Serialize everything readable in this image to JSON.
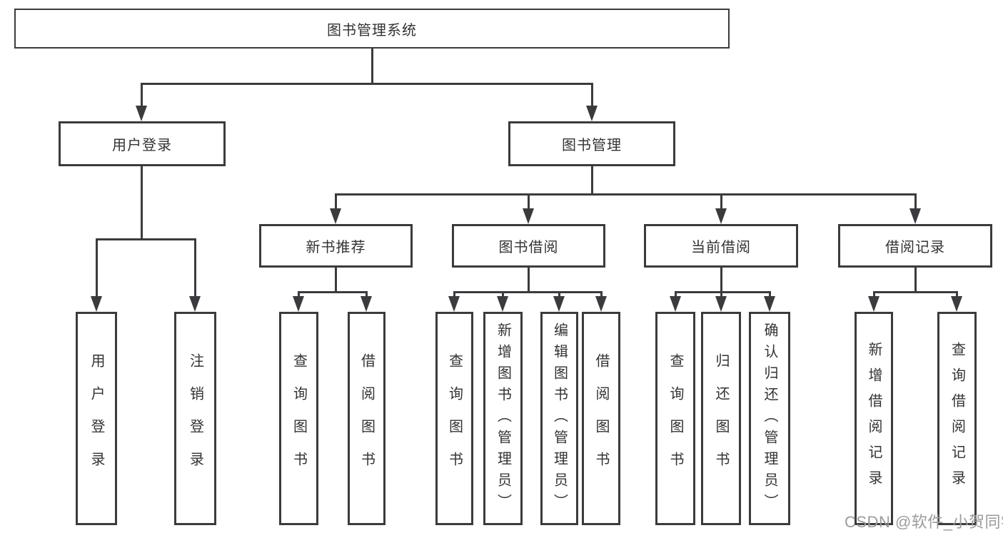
{
  "diagram": {
    "root": {
      "label": "图书管理系统"
    },
    "level2": {
      "user_login": {
        "label": "用户登录"
      },
      "book_mgmt": {
        "label": "图书管理"
      }
    },
    "level3": {
      "new_book": {
        "label": "新书推荐"
      },
      "book_borrow": {
        "label": "图书借阅"
      },
      "current_borrow": {
        "label": "当前借阅"
      },
      "borrow_record": {
        "label": "借阅记录"
      }
    },
    "leaves": {
      "user_login_1": "用户登录",
      "user_login_2": "注销登录",
      "new_book_1": "查询图书",
      "new_book_2": "借阅图书",
      "book_borrow_1": "查询图书",
      "book_borrow_2": "新增图书（管理员）",
      "book_borrow_3": "编辑图书（管理员）",
      "book_borrow_4": "借阅图书",
      "current_borrow_1": "查询图书",
      "current_borrow_2": "归还图书",
      "current_borrow_3": "确认归还（管理员）",
      "borrow_record_1": "新增借阅记录",
      "borrow_record_2": "查询借阅记录"
    },
    "colors": {
      "line": "#3b3b3f",
      "text": "#333333",
      "background": "#ffffff",
      "watermark": "#9b9b9b"
    }
  },
  "watermark": {
    "text": "CSDN @软件_小贺同学"
  }
}
